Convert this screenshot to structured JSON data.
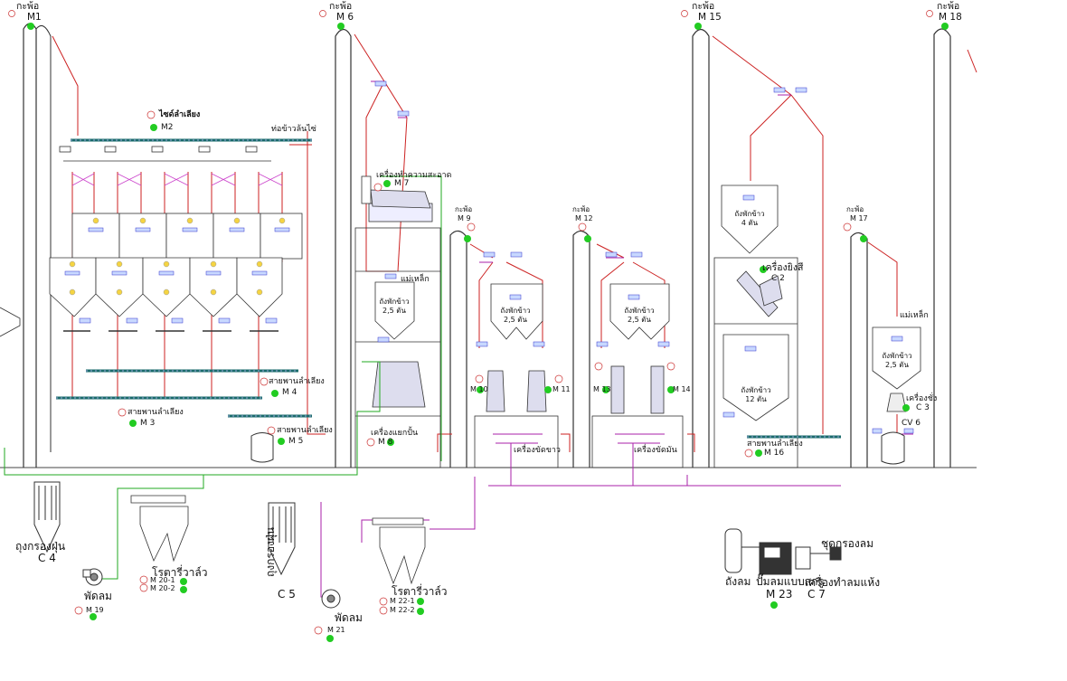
{
  "elevators": [
    {
      "label": "กะพ้อ",
      "code": "M1"
    },
    {
      "label": "กะพ้อ",
      "code": "M 6"
    },
    {
      "label": "กะพ้อ",
      "code": "M 9"
    },
    {
      "label": "กะพ้อ",
      "code": "M 12"
    },
    {
      "label": "กะพ้อ",
      "code": "M 15"
    },
    {
      "label": "กะพ้อ",
      "code": "M 17"
    },
    {
      "label": "กะพ้อ",
      "code": "M 18"
    }
  ],
  "labels": {
    "m2_title": "ไซด์ลำเลียง",
    "m2_code": "M2",
    "pipe_label": "ท่อข้าวล้นไซ่",
    "conveyor_m4": "สายพานลำเลียง",
    "m4_code": "M 4",
    "conveyor_m3": "สายพานลำเลียง",
    "m3_code": "M 3",
    "conveyor_m5": "สายพานลำเลียง",
    "m5_code": "M 5",
    "cleaner": "เครื่องทำความสะอาด",
    "m7_code": "M 7",
    "magnet_1": "แม่เหล็ก",
    "tank_1a": "ถังพักข้าว",
    "tank_1b": "2,5 ตัน",
    "separator": "เครื่องแยกปั้น",
    "m8_code": "M 8",
    "tank_2a": "ถังพักข้าว",
    "tank_2b": "2,5 ตัน",
    "m10_code": "M 10",
    "m11_code": "M 11",
    "whitener": "เครื่องขัดขาว",
    "tank_3a": "ถังพักข้าว",
    "tank_3b": "2,5 ตัน",
    "m13_code": "M 13",
    "m14_code": "M 14",
    "polisher": "เครื่องขัดมัน",
    "tank_4a": "ถังพักข้าว",
    "tank_4b": "4 ตัน",
    "sorter": "เครื่องยิงสี",
    "c2_code": "C 2",
    "tank_5a": "ถังพักข้าว",
    "tank_5b": "12 ตัน",
    "conveyor_m16": "สายพานลำเลียง",
    "m16_code": "M 16",
    "magnet_2": "แม่เหล็ก",
    "tank_6a": "ถังพักข้าว",
    "tank_6b": "2,5 ตัน",
    "scale": "เครื่องชั่ง",
    "c3_code": "C 3",
    "cv6_code": "CV 6",
    "dust_bag_1": "ถุงกรองฝุ่น",
    "c4_code": "C 4",
    "fan_1": "พัดลม",
    "m19_code": "M 19",
    "rotary_1": "โรตารี่วาล์ว",
    "m20_1": "M 20-1",
    "m20_2": "M 20-2",
    "dust_bag_2": "ถุงกรองฝุ่น",
    "c5_code": "C 5",
    "fan_2": "พัดลม",
    "m21_code": "M 21",
    "rotary_2": "โรตารี่วาล์ว",
    "m22_1": "M 22-1",
    "m22_2": "M 22-2",
    "air_tank": "ถังลม",
    "air_pump": "ปั๊มลมแบบสกรู",
    "m23_code": "M 23",
    "air_filter": "ชุดกรองลม",
    "air_dryer": "เครื่องทำลมแห้ง",
    "c7_code": "C 7"
  },
  "colors": {
    "line": "#222222",
    "flow": "#cc2222",
    "air": "#22aa22",
    "dust": "#aa22aa",
    "status": "#22cc22",
    "conveyor": "#1a6b6b"
  }
}
